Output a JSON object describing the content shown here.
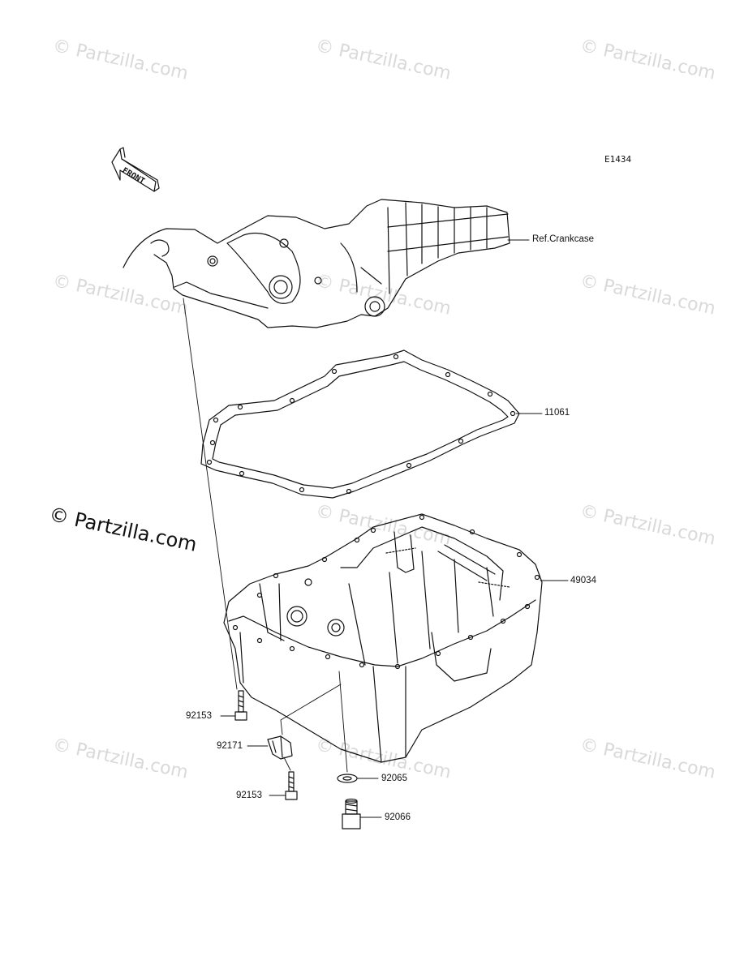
{
  "diagram": {
    "code": "E1434",
    "front_label": "FRONT",
    "watermark_text": "© Partzilla.com",
    "main_watermark_text": "© Partzilla.com"
  },
  "labels": {
    "ref_crankcase": "Ref.Crankcase",
    "gasket": "11061",
    "oil_pan": "49034",
    "bolt_upper": "92153",
    "clamp": "92171",
    "bolt_lower": "92153",
    "washer": "92065",
    "drain_plug": "92066"
  }
}
